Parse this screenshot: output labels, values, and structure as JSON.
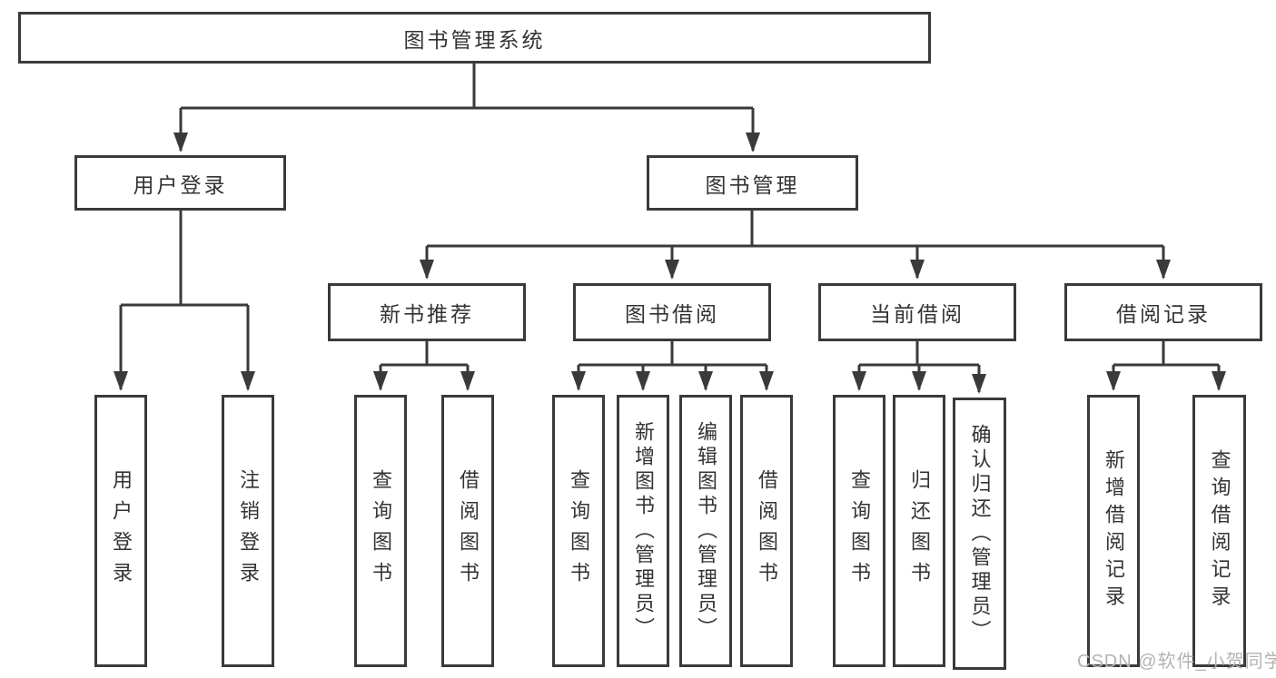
{
  "diagram": {
    "title": "图书管理系统",
    "type": "hierarchy-tree",
    "nodes": {
      "root": {
        "label": "图书管理系统"
      },
      "level2": [
        {
          "label": "用户登录",
          "parent": "图书管理系统"
        },
        {
          "label": "图书管理",
          "parent": "图书管理系统"
        }
      ],
      "level3": [
        {
          "label": "新书推荐",
          "parent": "图书管理"
        },
        {
          "label": "图书借阅",
          "parent": "图书管理"
        },
        {
          "label": "当前借阅",
          "parent": "图书管理"
        },
        {
          "label": "借阅记录",
          "parent": "图书管理"
        }
      ],
      "leaves": [
        {
          "label": "用户登录",
          "parent": "用户登录"
        },
        {
          "label": "注销登录",
          "parent": "用户登录"
        },
        {
          "label": "查询图书",
          "parent": "新书推荐"
        },
        {
          "label": "借阅图书",
          "parent": "新书推荐"
        },
        {
          "label": "查询图书",
          "parent": "图书借阅"
        },
        {
          "label": "新增图书（管理员）",
          "parent": "图书借阅"
        },
        {
          "label": "编辑图书（管理员）",
          "parent": "图书借阅"
        },
        {
          "label": "借阅图书",
          "parent": "图书借阅"
        },
        {
          "label": "查询图书",
          "parent": "当前借阅"
        },
        {
          "label": "归还图书",
          "parent": "当前借阅"
        },
        {
          "label": "确认归还（管理员）",
          "parent": "当前借阅"
        },
        {
          "label": "新增借阅记录",
          "parent": "借阅记录"
        },
        {
          "label": "查询借阅记录",
          "parent": "借阅记录"
        }
      ]
    }
  },
  "watermark": {
    "text": "CSDN @软件_小贺同学"
  },
  "colors": {
    "line": "#3a3a3a",
    "text": "#333333",
    "background": "#ffffff",
    "watermark": "#b7b2b2"
  }
}
